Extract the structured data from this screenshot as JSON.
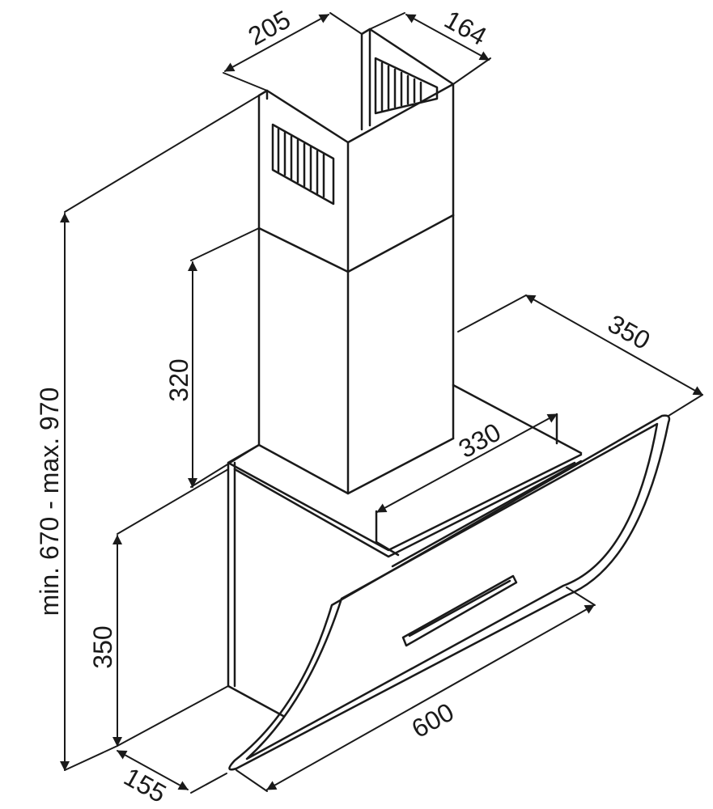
{
  "dimensions": {
    "width_top": "205",
    "depth_top": "164",
    "chimney_height": "320",
    "depth_side": "350",
    "depth_bottom": "330",
    "body_height": "350",
    "total_height": "min. 670 - max. 970",
    "base_depth": "155",
    "width_bottom": "600"
  },
  "colors": {
    "line": "#1a1a1a",
    "background": "#ffffff"
  }
}
